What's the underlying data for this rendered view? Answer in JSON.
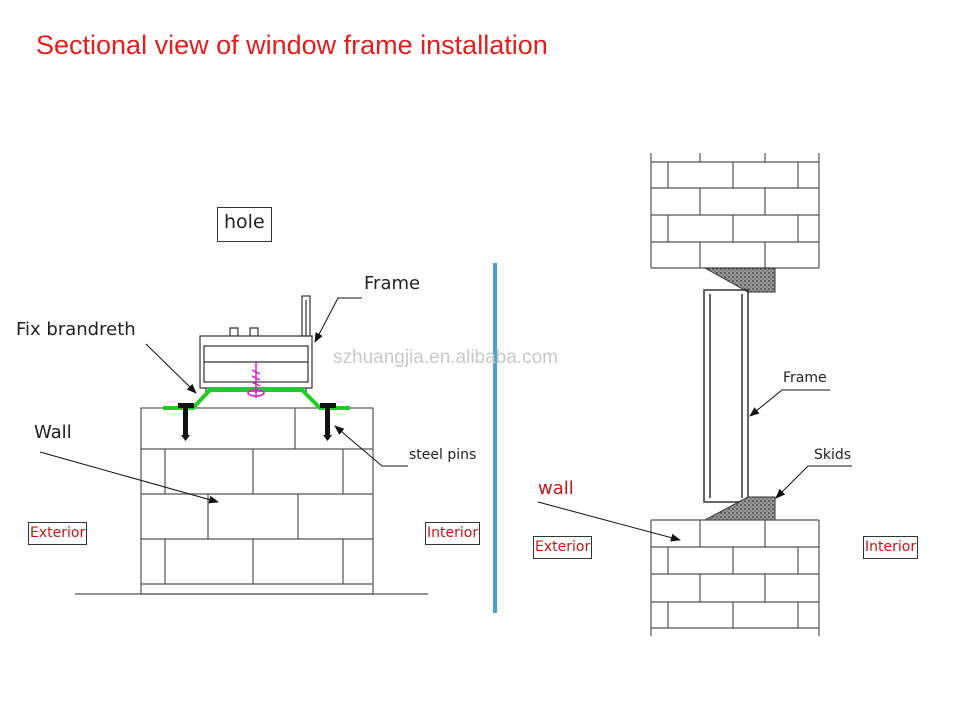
{
  "title": "Sectional view of window frame installation",
  "watermark": "szhuangjia.en.alibaba.com",
  "left_diagram": {
    "hole": "hole",
    "frame": "Frame",
    "fix_brandreth": "Fix brandreth",
    "wall": "Wall",
    "steel_pins": "steel pins",
    "exterior": "Exterior",
    "interior": "Interior"
  },
  "right_diagram": {
    "frame": "Frame",
    "skids": "Skids",
    "wall": "wall",
    "exterior": "Exterior",
    "interior": "Interior"
  },
  "colors": {
    "title": "#e02020",
    "bracket": "#22cc22",
    "divider": "#4aa0d0",
    "screw": "#d020d0",
    "skid": "#555555"
  }
}
